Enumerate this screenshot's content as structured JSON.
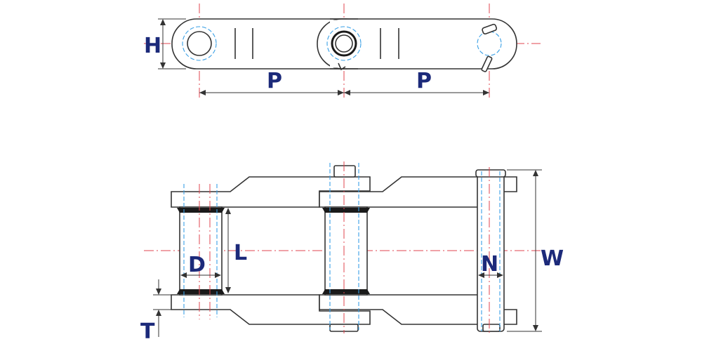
{
  "diagram": {
    "dimension_labels": {
      "height": "H",
      "pitch_left": "P",
      "pitch_right": "P",
      "diameter": "D",
      "length": "L",
      "thickness": "T",
      "width": "W",
      "inner_width": "N"
    },
    "colors": {
      "outline": "#333333",
      "label": "#1c2a7a",
      "centerline": "#e0454f",
      "hidden_line": "#3aa0e6"
    }
  }
}
